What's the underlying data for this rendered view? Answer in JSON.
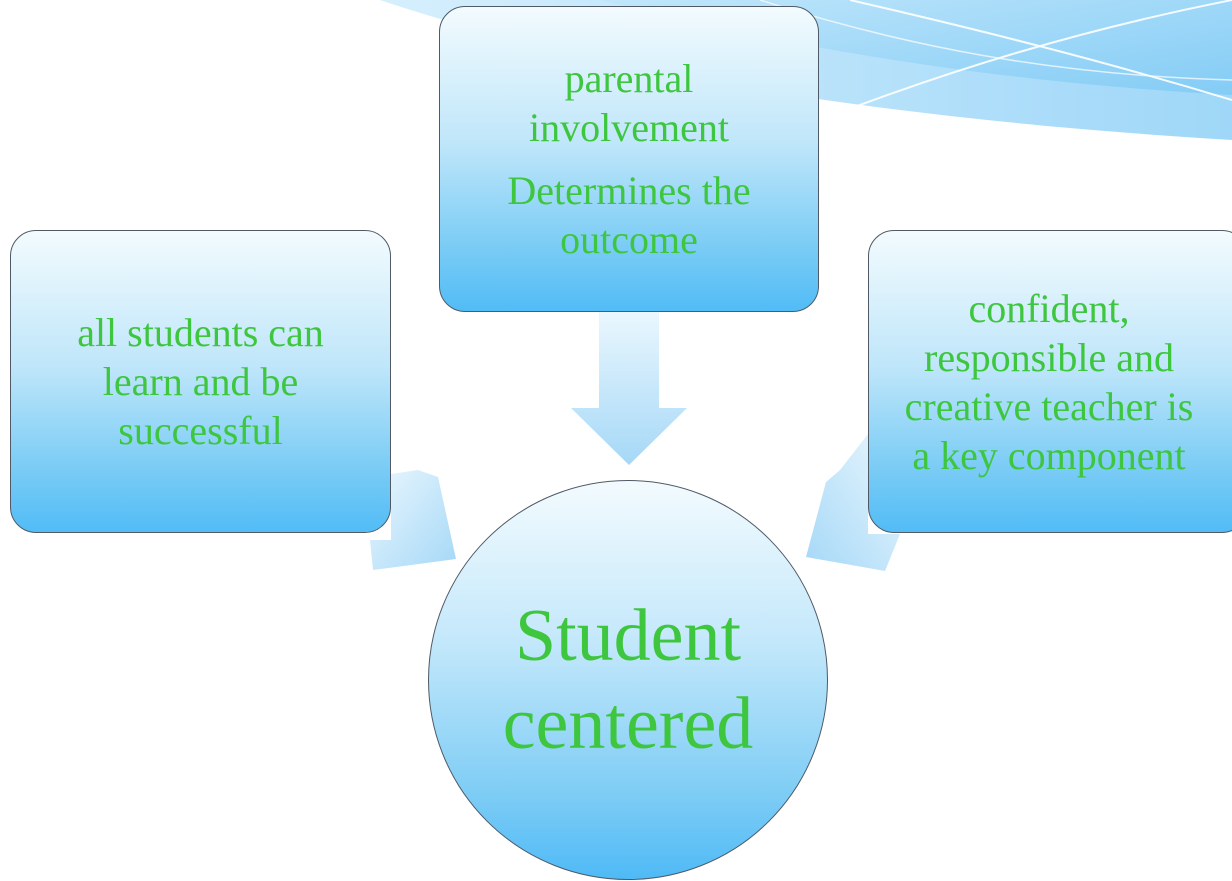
{
  "diagram": {
    "center_node": {
      "lines": [
        "Student",
        "centered"
      ]
    },
    "left_node": {
      "lines": [
        "all students can",
        "learn and be",
        "successful"
      ]
    },
    "top_node": {
      "lines": [
        "parental",
        "involvement",
        "Determines the",
        "outcome"
      ]
    },
    "right_node": {
      "lines": [
        "confident,",
        "responsible and",
        "creative teacher is",
        "a key component"
      ]
    },
    "colors": {
      "text": "#3ec63e",
      "node_fill_top": "#f3fbfe",
      "node_fill_bottom": "#52bcf6",
      "arrow_light": "#e3f4fd",
      "arrow_dark": "#a8d9f7",
      "node_border": "#4f5a66"
    }
  }
}
